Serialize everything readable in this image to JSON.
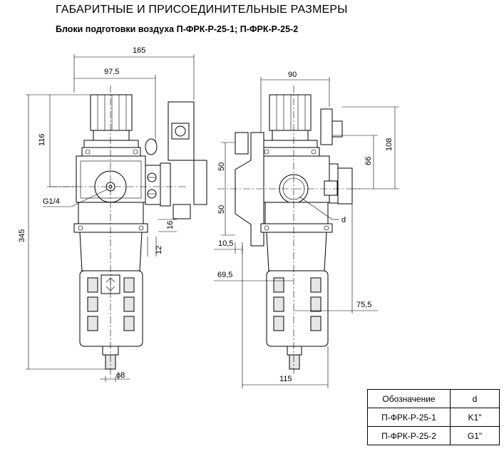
{
  "header": {
    "title": "ГАБАРИТНЫЕ И ПРИСОЕДИНИТЕЛЬНЫЕ РАЗМЕРЫ",
    "subtitle": "Блоки подготовки воздуха П-ФРК-Р-25-1; П-ФРК-Р-25-2"
  },
  "dimensions": {
    "front": {
      "overall_width": "165",
      "half_width": "97,5",
      "head_height": "116",
      "overall_height": "345",
      "port_thread": "G1/4",
      "port_offset": "16",
      "port_spacing": "12",
      "drain_diameter": "ϕ8"
    },
    "side": {
      "overall_width": "90",
      "upper_offset": "50",
      "lower_offset": "50",
      "mount_thickness": "10,5",
      "mount_depth": "69,5",
      "gauge_offset": "75,5",
      "gauge_height": "66",
      "top_height": "108",
      "bottom_width": "115",
      "port_label": "d"
    }
  },
  "table": {
    "header": [
      "Обозначение",
      "d"
    ],
    "rows": [
      [
        "П-ФРК-Р-25-1",
        "K1\""
      ],
      [
        "П-ФРК-Р-25-2",
        "G1\""
      ]
    ]
  }
}
